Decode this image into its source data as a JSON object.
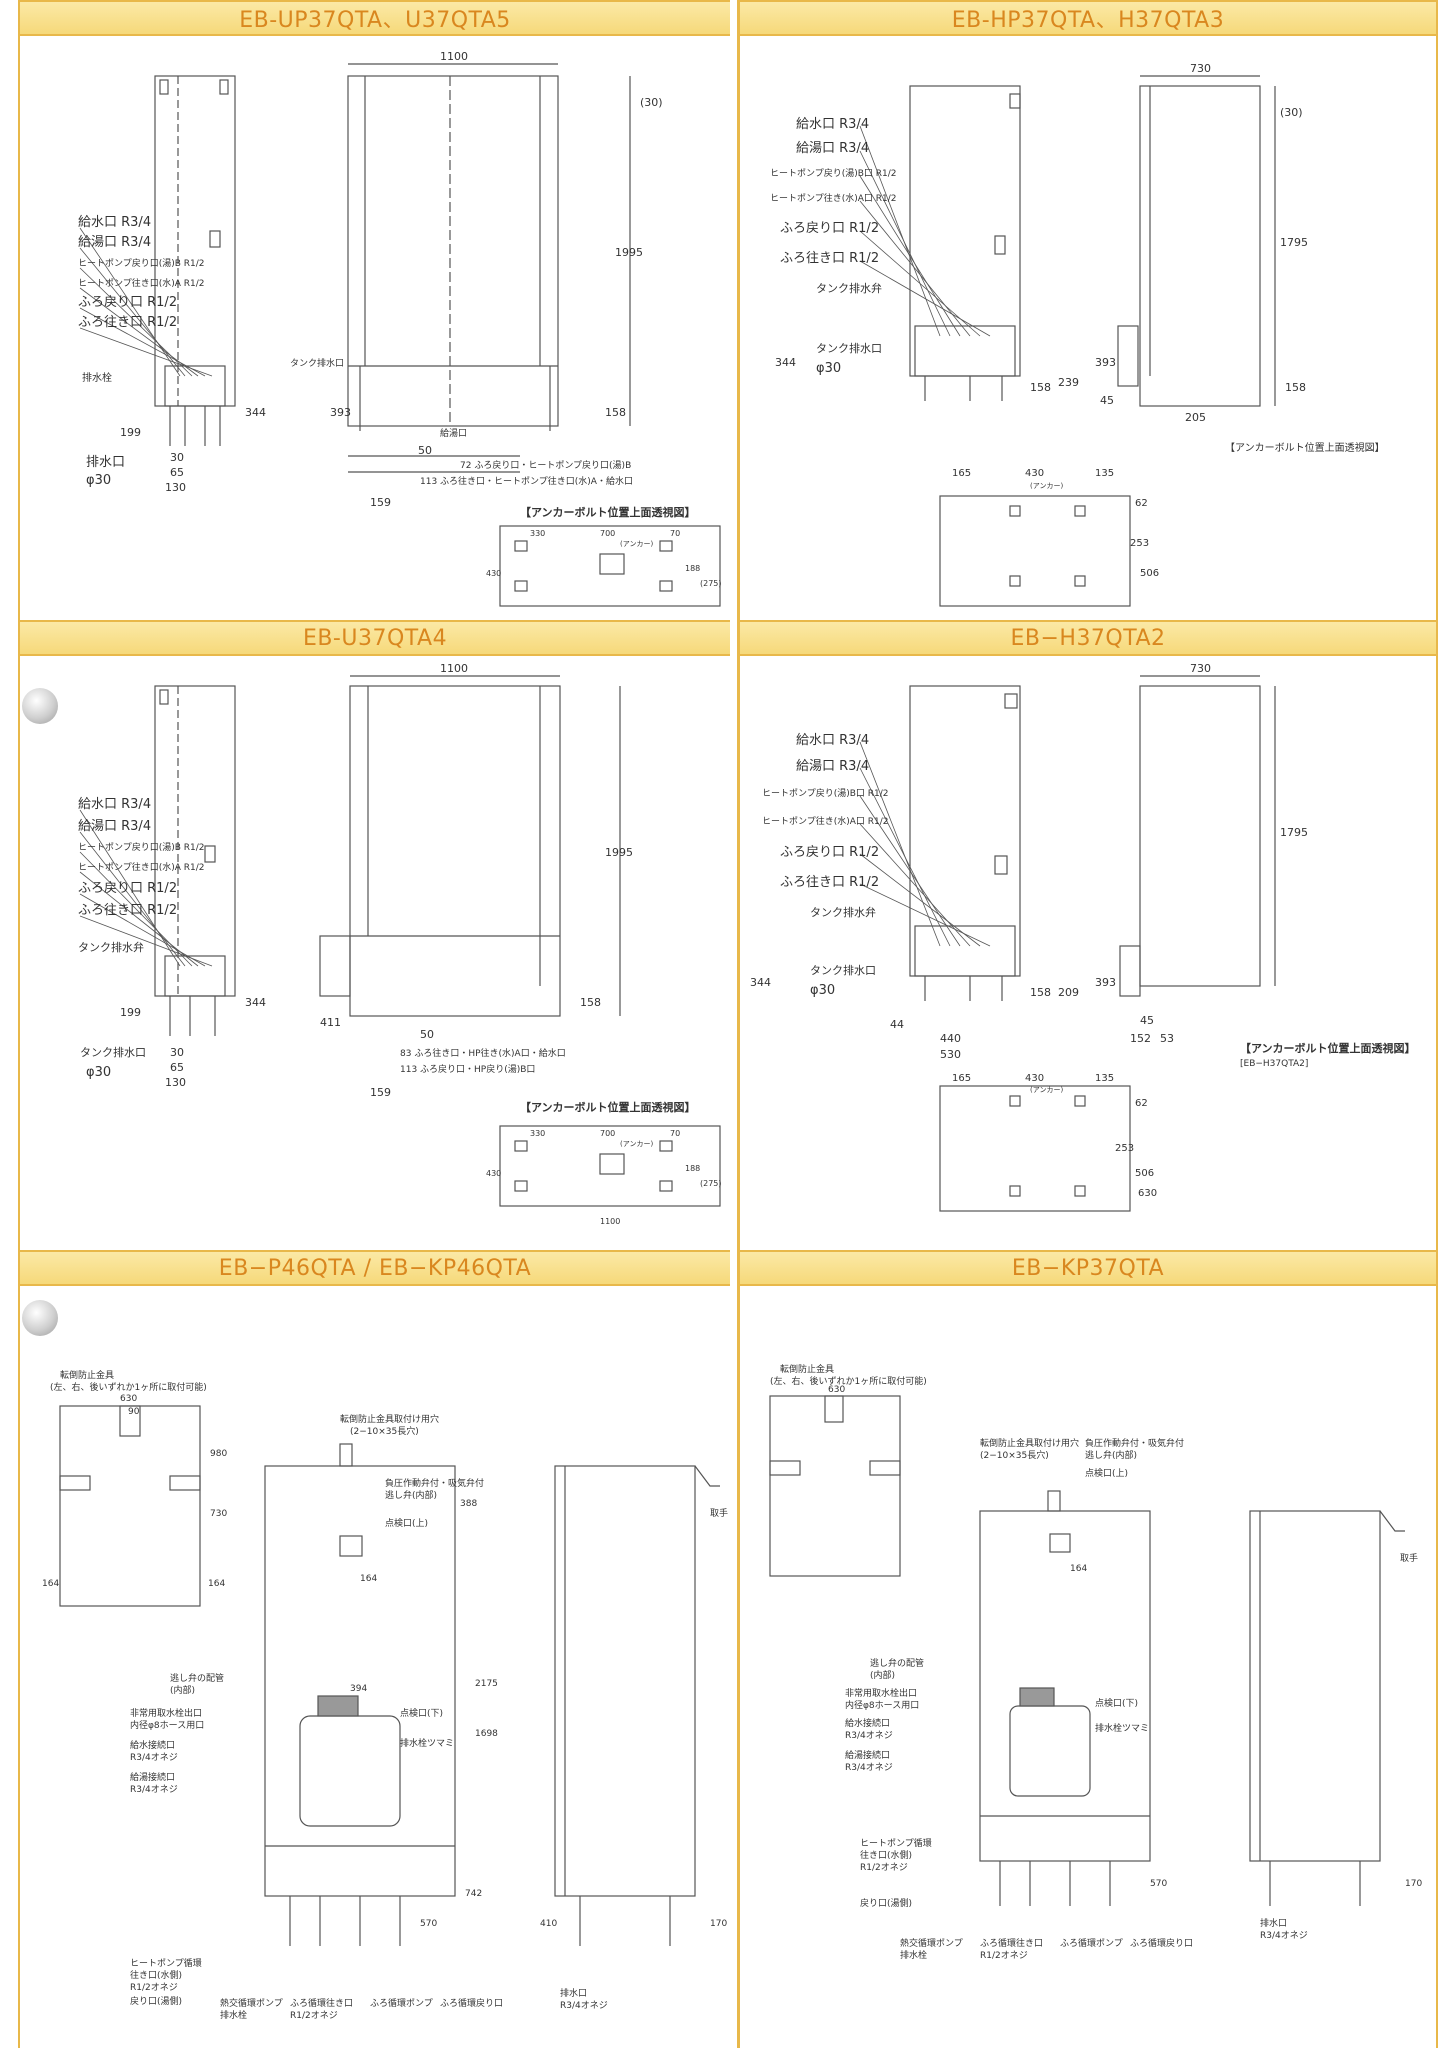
{
  "panels": [
    {
      "title": "EB-UP37QTA、U37QTA5",
      "front_labels": [
        "給水口 R3/4",
        "給湯口 R3/4",
        "ヒートポンプ戻り口(湯)B R1/2",
        "ヒートポンプ往き口(水)A R1/2",
        "ふろ戻り口 R1/2",
        "ふろ往き口 R1/2"
      ],
      "drain_label": "排水栓",
      "outlet_label": "排水口",
      "outlet_size": "φ30",
      "front_dims": [
        "199",
        "344",
        "30",
        "65",
        "130"
      ],
      "side_dims": [
        "1100",
        "1995",
        "(30)",
        "393",
        "158",
        "50",
        "159"
      ],
      "side_labels": [
        "タンク排水口",
        "給湯口",
        "72 ふろ戻り口・ヒートポンプ戻り口(湯)B",
        "113 ふろ往き口・ヒートポンプ往き口(水)A・給水口"
      ],
      "anchor_title": "【アンカーボルト位置上面透視図】",
      "anchor_dims": [
        "330",
        "700",
        "70",
        "(アンカー)",
        "430",
        "188",
        "(275)"
      ]
    },
    {
      "title": "EB-HP37QTA、H37QTA3",
      "front_labels": [
        "給水口 R3/4",
        "給湯口 R3/4",
        "ヒートポンプ戻り(湯)B口 R1/2",
        "ヒートポンプ往き(水)A口 R1/2",
        "ふろ戻り口 R1/2",
        "ふろ往き口 R1/2",
        "タンク排水弁"
      ],
      "outlet_label": "タンク排水口",
      "outlet_size": "φ30",
      "front_dims": [
        "344",
        "158",
        "239"
      ],
      "side_dims": [
        "730",
        "(30)",
        "1795",
        "393",
        "45",
        "205",
        "158"
      ],
      "anchor_title": "【アンカーボルト位置上面透視図】",
      "anchor_dims": [
        "165",
        "430",
        "135",
        "(アンカー)",
        "62",
        "253",
        "506"
      ]
    },
    {
      "title": "EB-U37QTA4",
      "front_labels": [
        "給水口 R3/4",
        "給湯口 R3/4",
        "ヒートポンプ戻り口(湯)B R1/2",
        "ヒートポンプ往き口(水)A R1/2",
        "ふろ戻り口 R1/2",
        "ふろ往き口 R1/2"
      ],
      "drain_label": "タンク排水弁",
      "outlet_label": "タンク排水口",
      "outlet_size": "φ30",
      "front_dims": [
        "199",
        "344",
        "30",
        "65",
        "130"
      ],
      "side_dims": [
        "1100",
        "1995",
        "411",
        "158",
        "50",
        "159"
      ],
      "side_labels": [
        "83 ふろ往き口・HP往き(水)A口・給水口",
        "113 ふろ戻り口・HP戻り(湯)B口"
      ],
      "anchor_title": "【アンカーボルト位置上面透視図】",
      "anchor_dims": [
        "330",
        "700",
        "70",
        "(アンカー)",
        "430",
        "188",
        "(275)",
        "1100"
      ]
    },
    {
      "title": "EB−H37QTA2",
      "front_labels": [
        "給水口 R3/4",
        "給湯口 R3/4",
        "ヒートポンプ戻り(湯)B口 R1/2",
        "ヒートポンプ往き(水)A口 R1/2",
        "ふろ戻り口 R1/2",
        "ふろ往き口 R1/2",
        "タンク排水弁"
      ],
      "outlet_label": "タンク排水口",
      "outlet_size": "φ30",
      "front_dims": [
        "344",
        "44",
        "440",
        "530",
        "158",
        "209"
      ],
      "side_dims": [
        "730",
        "1795",
        "393",
        "45",
        "152",
        "53"
      ],
      "anchor_title": "【アンカーボルト位置上面透視図】",
      "anchor_sub": "[EB−H37QTA2]",
      "anchor_dims": [
        "165",
        "430",
        "135",
        "(アンカー)",
        "62",
        "253",
        "506",
        "630"
      ]
    },
    {
      "title": "EB−P46QTA / EB−KP46QTA",
      "labels": [
        "転倒防止金具",
        "(左、右、後いずれか1ヶ所に取付可能)",
        "転倒防止金具取付け用穴",
        "(2−10×35長穴)",
        "負圧作動弁付・吸気弁付",
        "逃し弁(内部)",
        "点検口(上)",
        "逃し弁の配管",
        "(内部)",
        "非常用取水栓出口",
        "内径φ8ホース用口",
        "給水接続口",
        "R3/4オネジ",
        "給湯接続口",
        "R3/4オネジ",
        "点検口(下)",
        "排水栓ツマミ",
        "ヒートポンプ循環",
        "往き口(水側)",
        "R1/2オネジ",
        "戻り口(湯側)",
        "熱交循環ポンプ",
        "排水栓",
        "ふろ循環往き口",
        "R1/2オネジ",
        "ふろ循環ポンプ",
        "ふろ循環戻り口",
        "排水口",
        "R3/4オネジ",
        "取手"
      ],
      "dims": [
        "630",
        "90",
        "980",
        "730",
        "164",
        "164",
        "388",
        "2175",
        "1698",
        "394",
        "164",
        "742",
        "570",
        "170",
        "410"
      ]
    },
    {
      "title": "EB−KP37QTA",
      "labels": [
        "転倒防止金具",
        "(左、右、後いずれか1ヶ所に取付可能)",
        "転倒防止金具取付け用穴",
        "(2−10×35長穴)",
        "負圧作動弁付・吸気弁付",
        "逃し弁(内部)",
        "点検口(上)",
        "逃し弁の配管",
        "(内部)",
        "非常用取水栓出口",
        "内径φ8ホース用口",
        "給水接続口",
        "R3/4オネジ",
        "給湯接続口",
        "R3/4オネジ",
        "点検口(下)",
        "排水栓ツマミ",
        "ヒートポンプ循環",
        "往き口(水側)",
        "R1/2オネジ",
        "戻り口(湯側)",
        "熱交循環ポンプ",
        "排水栓",
        "ふろ循環往き口",
        "R1/2オネジ",
        "ふろ循環ポンプ",
        "ふろ循環戻り口",
        "排水口",
        "R3/4オネジ",
        "取手"
      ],
      "dims": [
        "630",
        "164",
        "570",
        "170"
      ]
    }
  ],
  "colors": {
    "accent": "#e8b84a",
    "title": "#d9871f",
    "band": "#f6d97a",
    "line": "#555555"
  }
}
